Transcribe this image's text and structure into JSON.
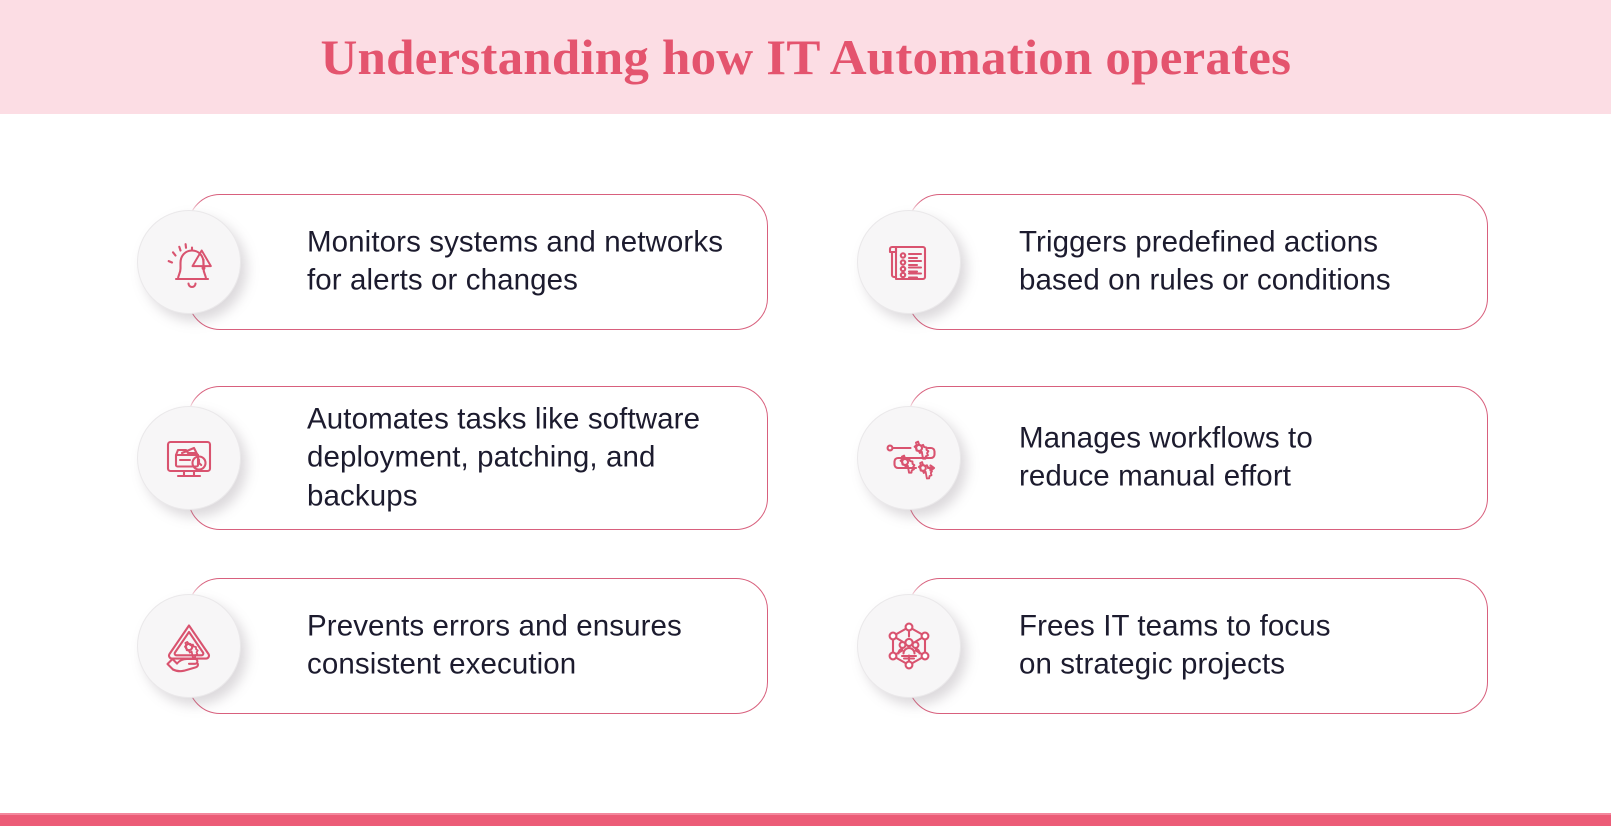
{
  "header": {
    "title": "Understanding how IT Automation operates",
    "band_color": "#fcdde4",
    "title_color": "#e4546e"
  },
  "theme": {
    "accent": "#e4546e",
    "card_border": "#d8607d",
    "icon_stroke": "#d9536f",
    "text_color": "#1c1b2e",
    "badge_bg": "#f7f6f7",
    "page_bg": "#ffffff",
    "footer_color": "#ec5c77"
  },
  "cards": [
    {
      "id": "monitors-systems",
      "column": "left",
      "row": 0,
      "icon": "bell-alert-icon",
      "text": "Monitors systems and networks\nfor alerts or changes"
    },
    {
      "id": "triggers-actions",
      "column": "right",
      "row": 0,
      "icon": "checklist-document-icon",
      "text": "Triggers predefined actions\nbased on rules or conditions"
    },
    {
      "id": "automates-tasks",
      "column": "left",
      "row": 1,
      "icon": "monitor-files-icon",
      "text": "Automates tasks like software\ndeployment, patching, and backups"
    },
    {
      "id": "manages-workflows",
      "column": "right",
      "row": 1,
      "icon": "workflow-gears-icon",
      "text": "Manages workflows to\nreduce manual effort"
    },
    {
      "id": "prevents-errors",
      "column": "left",
      "row": 2,
      "icon": "hand-gear-triangle-icon",
      "text": "Prevents errors and ensures\nconsistent execution"
    },
    {
      "id": "frees-it-teams",
      "column": "right",
      "row": 2,
      "icon": "network-people-icon",
      "text": "Frees IT teams to focus\non strategic projects"
    }
  ],
  "footer": {
    "bar_color": "#ec5c77"
  }
}
